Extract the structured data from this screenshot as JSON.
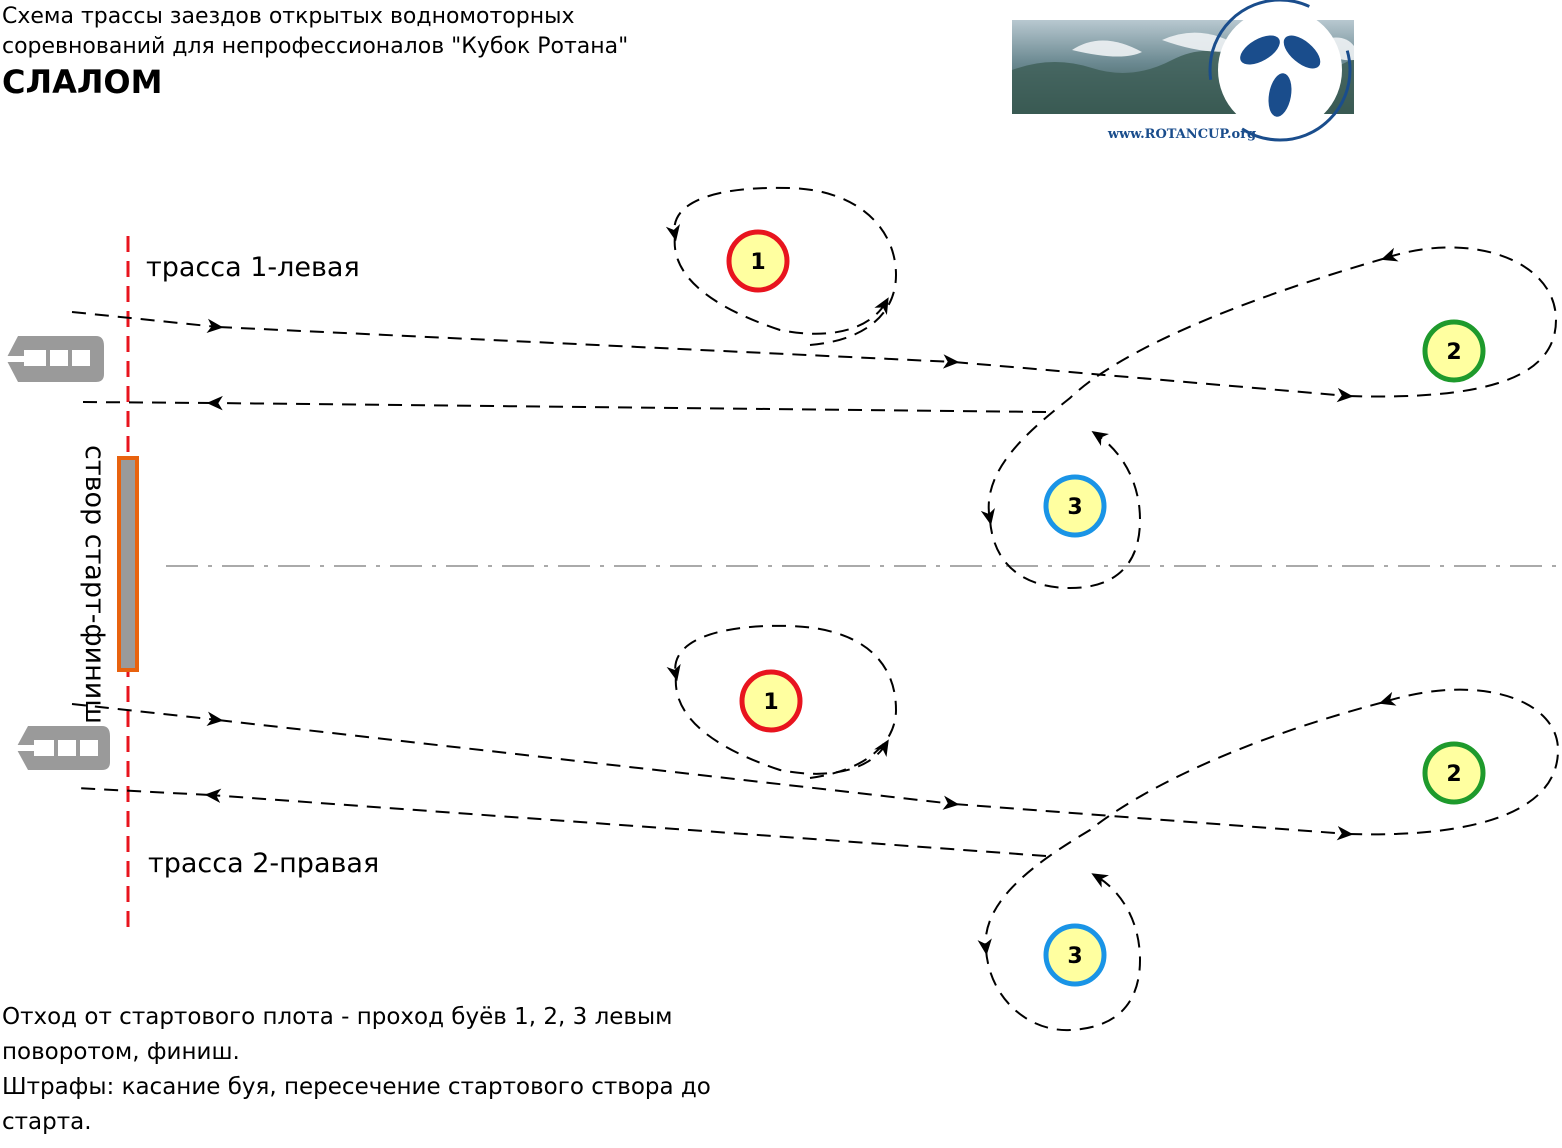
{
  "header": {
    "title_line1": "Схема трассы заездов открытых водномоторных",
    "title_line2": "соревнований для непрофессионалов \"Кубок Ротана\"",
    "discipline": "СЛАЛОМ"
  },
  "logo": {
    "url_text": "www.ROTANCUP.org",
    "icon": "rotan-fish-propeller-logo"
  },
  "tracks": {
    "left_label": "трасса 1-левая",
    "right_label": "трасса 2-правая",
    "gate_label": "створ старт-финиш"
  },
  "buoys": [
    {
      "number": "1",
      "color": "#e8141e"
    },
    {
      "number": "2",
      "color": "#1e9a2c"
    },
    {
      "number": "3",
      "color": "#1a94e6"
    }
  ],
  "colors": {
    "buoy_fill": "#ffffa0",
    "gate_line": "#e8141e",
    "raft_fill": "#9a9a9a",
    "raft_border": "#e8620e",
    "boat": "#9a9a9a",
    "center_line": "#aaaaaa"
  },
  "notes": {
    "line1": "Отход от стартового плота - проход буёв 1, 2, 3 левым поворотом, финиш.",
    "line2": "Штрафы: касание буя, пересечение стартового створа до старта."
  }
}
